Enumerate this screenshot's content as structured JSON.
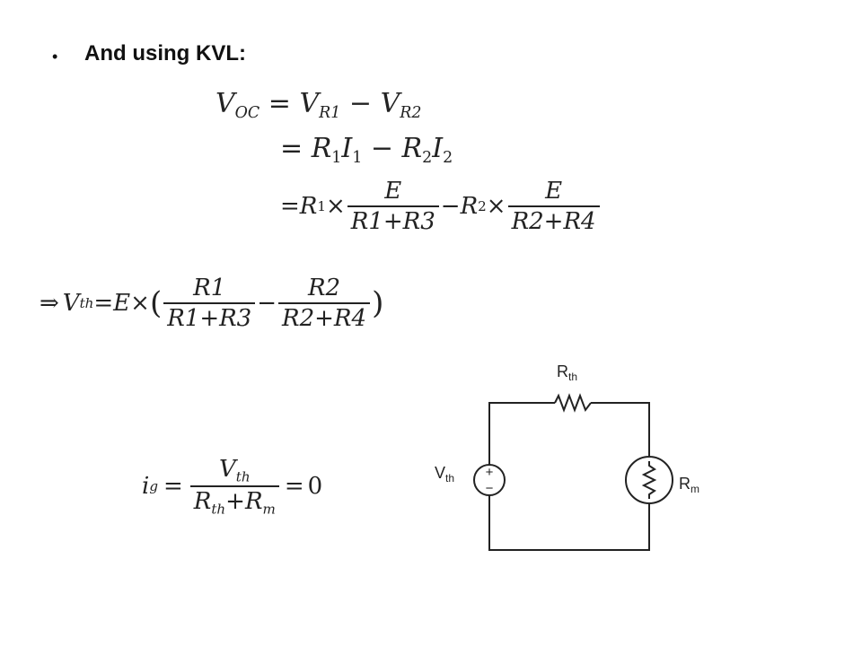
{
  "slide": {
    "bullet": "•",
    "heading": "And using KVL:"
  },
  "equations": {
    "voc_line1": {
      "lhs_v": "V",
      "lhs_sub": "OC",
      "eq": "=",
      "t1_v": "V",
      "t1_sub": "R1",
      "minus": "−",
      "t2_v": "V",
      "t2_sub": "R2"
    },
    "voc_line2": {
      "eq": "=",
      "r1": "R",
      "r1_sub": "1",
      "i1": "I",
      "i1_sub": "1",
      "minus": "−",
      "r2": "R",
      "r2_sub": "2",
      "i2": "I",
      "i2_sub": "2"
    },
    "voc_line3": {
      "eq": "=",
      "r1": "R",
      "r1_sub": "1",
      "times1": "×",
      "frac1_num": "E",
      "frac1_den": "R1+R3",
      "minus": "−",
      "r2": "R",
      "r2_sub": "2",
      "times2": "×",
      "frac2_num": "E",
      "frac2_den": "R2+R4"
    },
    "vth": {
      "implies": "⇒",
      "v": "V",
      "v_sub": "th",
      "eq": "=",
      "e": "E",
      "times": "×",
      "lparen": "(",
      "frac1_num": "R1",
      "frac1_den": "R1+R3",
      "minus": "−",
      "frac2_num": "R2",
      "frac2_den": "R2+R4",
      "rparen": ")"
    },
    "ig": {
      "i": "i",
      "i_sub": "g",
      "eq": "=",
      "num_v": "V",
      "num_sub": "th",
      "den": "R",
      "den_sub1": "th",
      "plus": "+",
      "den2": "R",
      "den_sub2": "m",
      "eq2": "=",
      "zero": "0"
    }
  },
  "circuit": {
    "rth_label": "R",
    "rth_sub": "th",
    "vth_label": "V",
    "vth_sub": "th",
    "rm_label": "R",
    "rm_sub": "m",
    "plus_sign": "+",
    "minus_sign": "−",
    "stroke_color": "#222222"
  }
}
